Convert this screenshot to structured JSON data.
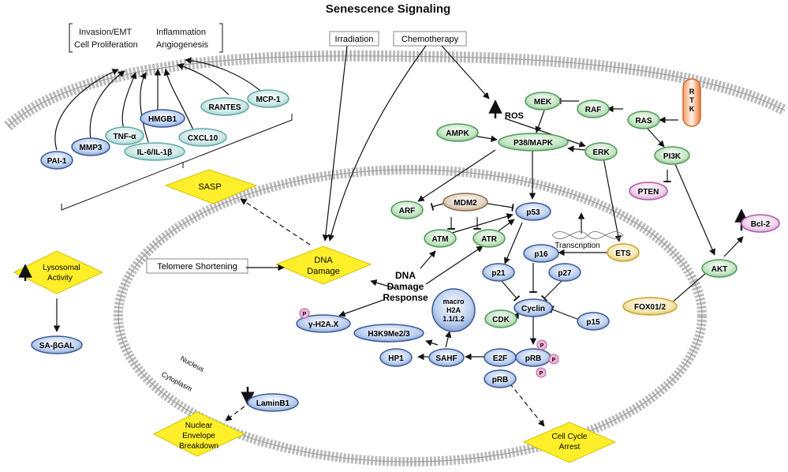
{
  "title": "Senescence Signaling",
  "outcomes": {
    "line1_left": "Invasion/EMT",
    "line1_right": "Inflammation",
    "line2_left": "Cell Proliferation",
    "line2_right": "Angiogenesis"
  },
  "stimuli": {
    "irradiation": "Irradiation",
    "chemotherapy": "Chemotherapy",
    "telomere": "Telomere Shortening"
  },
  "sasp_factors": {
    "pai1": "PAI-1",
    "mmp3": "MMP3",
    "tnfa": "TNF-α",
    "il6": "IL-6/IL-1β",
    "hmgb1": "HMGB1",
    "cxcl10": "CXCL10",
    "rantes": "RANTES",
    "mcp1": "MCP-1"
  },
  "diamonds": {
    "sasp": "SASP",
    "dna_damage_1": "DNA",
    "dna_damage_2": "Damage",
    "lyso_1": "Lysosomal",
    "lyso_2": "Activity",
    "nuclear_1": "Nuclear",
    "nuclear_2": "Envelope",
    "nuclear_3": "Breakdown",
    "arrest_1": "Cell Cycle",
    "arrest_2": "Arrest"
  },
  "ddr": {
    "line1": "DNA",
    "line2": "Damage",
    "line3": "Response"
  },
  "nodes": {
    "ros": "ROS",
    "mek": "MEK",
    "raf": "RAF",
    "ras": "RAS",
    "rtk": "RTK",
    "pi3k": "PI3K",
    "pten": "PTEN",
    "ampk": "AMPK",
    "p38": "P38/MAPK",
    "erk": "ERK",
    "arf": "ARF",
    "mdm2": "MDM2",
    "p53": "p53",
    "atm": "ATM",
    "atr": "ATR",
    "ets": "ETS",
    "p16": "p16",
    "p21": "p21",
    "p27": "p27",
    "cyclin": "Cyclin",
    "cdk": "CDK",
    "p15": "p15",
    "e2f": "E2F",
    "prb": "pRB",
    "prb2": "pRB",
    "sahf": "SAHF",
    "hp1": "HP1",
    "macroh2a_1": "macro",
    "macroh2a_2": "H2A",
    "macroh2a_3": "1.1/1.2",
    "h3k9": "H3K9Me2/3",
    "gh2ax": "γ-H2A.X",
    "akt": "AKT",
    "bcl2": "Bcl-2",
    "foxo": "FOX01/2",
    "sabgal": "SA-βGAL",
    "laminb1": "LaminB1",
    "p_badge": "P"
  },
  "labels": {
    "transcription": "Transcription",
    "nucleus": "Nucleus",
    "cytoplasm": "Cytoplasm"
  },
  "colors": {
    "blue": "#3b5998",
    "green": "#4f9a5a",
    "teal": "#5ea9a6",
    "brown": "#8a6d4b",
    "gold": "#c9a227",
    "purple": "#b05aa6",
    "yellow": "#ffef2a",
    "rtk_orange": "#e87a3a"
  }
}
